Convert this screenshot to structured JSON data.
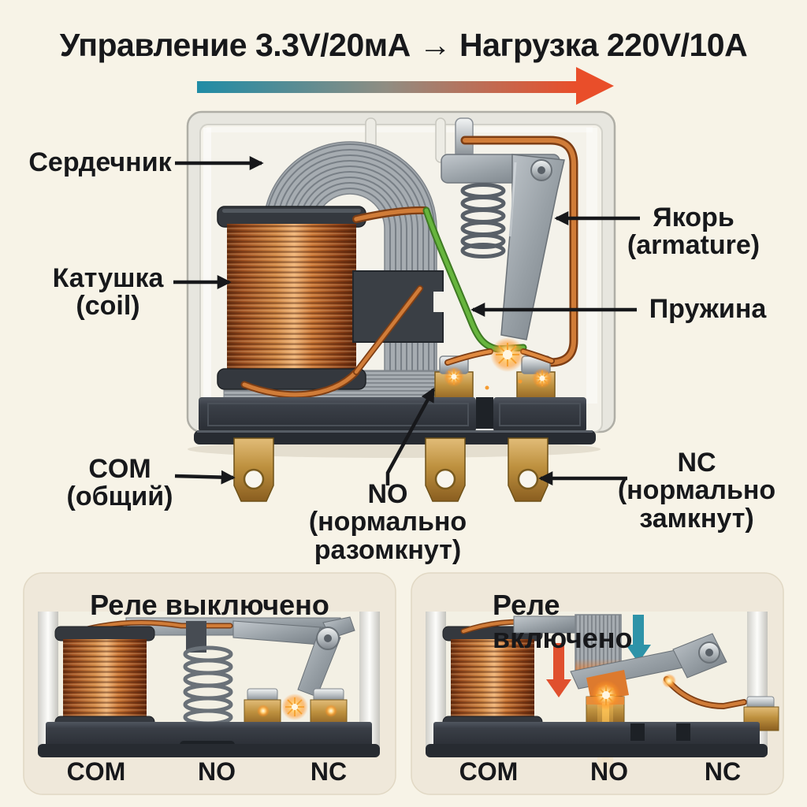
{
  "title": "Управление 3.3V/20мА → Нагрузка 220V/10A",
  "main_diagram": {
    "labels": {
      "core": "Сердечник",
      "coil": "Катушка\n(coil)",
      "armature": "Якорь\n(armature)",
      "spring": "Пружина",
      "com": "COM\n(общий)",
      "no": "NO\n(нормально\nразомкнут)",
      "nc": "NC\n(нормально\nзамкнут)"
    }
  },
  "panels": {
    "off": {
      "title": "Реле выключено",
      "terminals": [
        "COM",
        "NO",
        "NC"
      ]
    },
    "on": {
      "title": "Реле включено",
      "terminals": [
        "COM",
        "NO",
        "NC"
      ]
    }
  },
  "colors": {
    "background": "#F7F3E7",
    "panel_background": "#EFE8DA",
    "text": "#17181B",
    "flow_teal": "#1F8CA6",
    "flow_red": "#E94E2A",
    "copper": "#C87433",
    "brass": "#BE913F",
    "metal_gray": "#98A0A6",
    "base_dark": "#30353C",
    "green_spring": "#67B53E",
    "spark_orange": "#FFB43C"
  }
}
